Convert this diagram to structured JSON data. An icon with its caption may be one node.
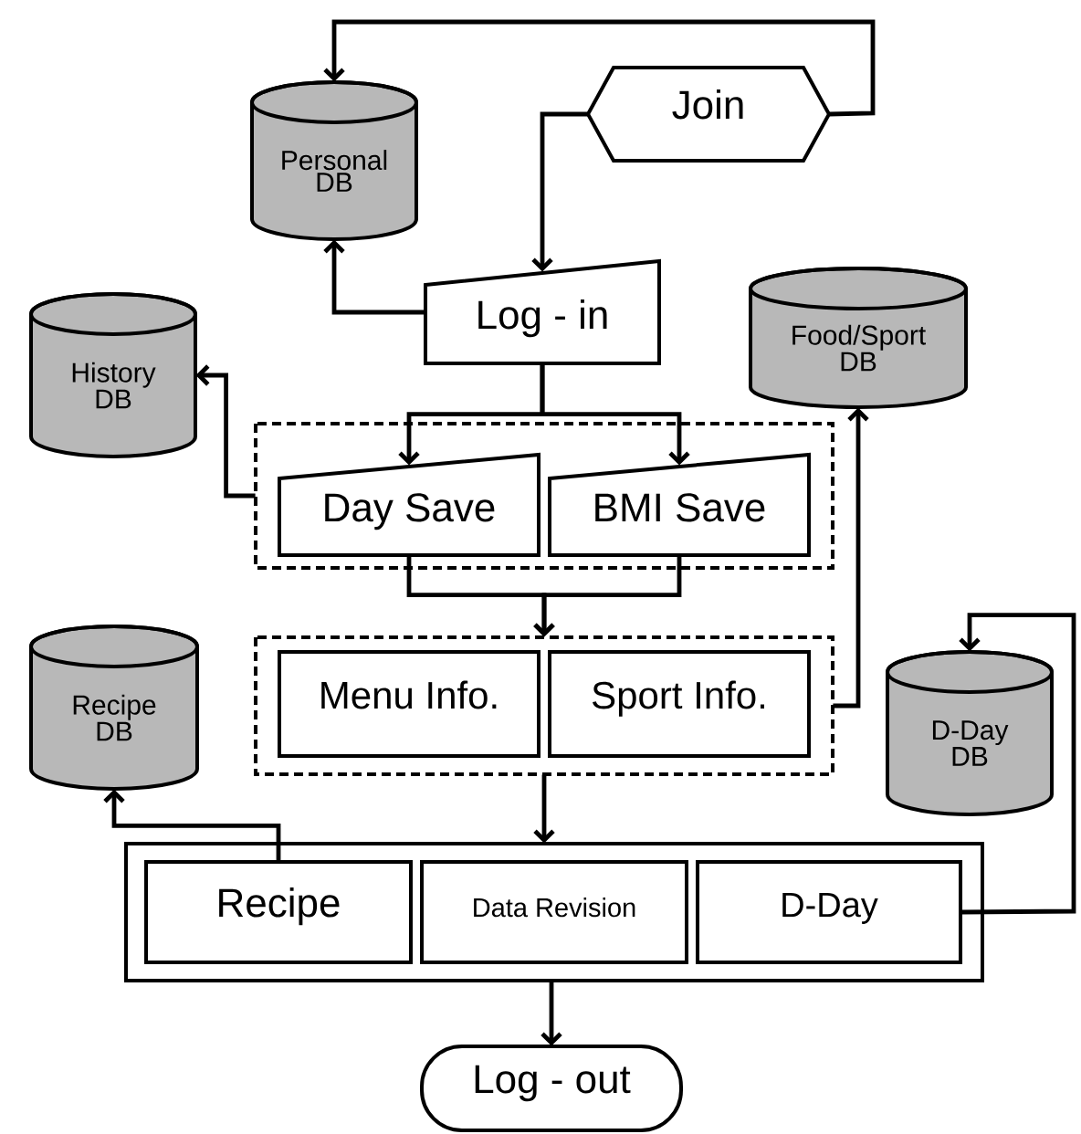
{
  "diagram": {
    "nodes": [
      {
        "text": [
          "Join"
        ]
      },
      {
        "text": [
          "Personal DB"
        ]
      },
      {
        "text": [
          "Log - in"
        ]
      },
      {
        "text": [
          "History DB"
        ]
      },
      {
        "text": [
          "Food/Sport DB"
        ]
      },
      {
        "text": [],
        "shape": "box"
      },
      {
        "text": [
          "Day Save"
        ],
        "in": 5
      },
      {
        "text": [
          "BMI Save"
        ],
        "in": 5
      },
      {
        "text": [],
        "shape": "box"
      },
      {
        "text": [
          "Menu Info."
        ],
        "in": 8
      },
      {
        "text": [
          "Sport Info."
        ],
        "in": 8
      },
      {
        "text": [
          "Recipe DB"
        ]
      },
      {
        "text": [
          "D-Day DB"
        ]
      },
      {
        "text": [],
        "shape": "box"
      },
      {
        "text": [
          "Recipe"
        ],
        "in": 13
      },
      {
        "text": [
          "Data Revision"
        ],
        "in": 13
      },
      {
        "text": [
          "D-Day"
        ],
        "in": 13
      },
      {
        "text": [
          "Log - out"
        ]
      }
    ],
    "edges": [
      {
        "from": 0,
        "to": 1,
        "arrow": "to"
      },
      {
        "from": 0,
        "to": 2,
        "arrow": "to"
      },
      {
        "from": 2,
        "to": 1,
        "arrow": "to"
      },
      {
        "from": 2,
        "to": 6,
        "arrow": "to"
      },
      {
        "from": 2,
        "to": 7,
        "arrow": "to"
      },
      {
        "from": 5,
        "to": 3,
        "arrow": "to"
      },
      {
        "from": 6,
        "to": 8,
        "arrow": "to"
      },
      {
        "from": 7,
        "to": 8,
        "arrow": "to"
      },
      {
        "from": 8,
        "to": 4,
        "arrow": "to"
      },
      {
        "from": 8,
        "to": 13,
        "arrow": "to"
      },
      {
        "from": 14,
        "to": 11,
        "arrow": "to"
      },
      {
        "from": 16,
        "to": 12,
        "arrow": "to"
      },
      {
        "from": 13,
        "to": 17,
        "arrow": "to"
      }
    ]
  }
}
